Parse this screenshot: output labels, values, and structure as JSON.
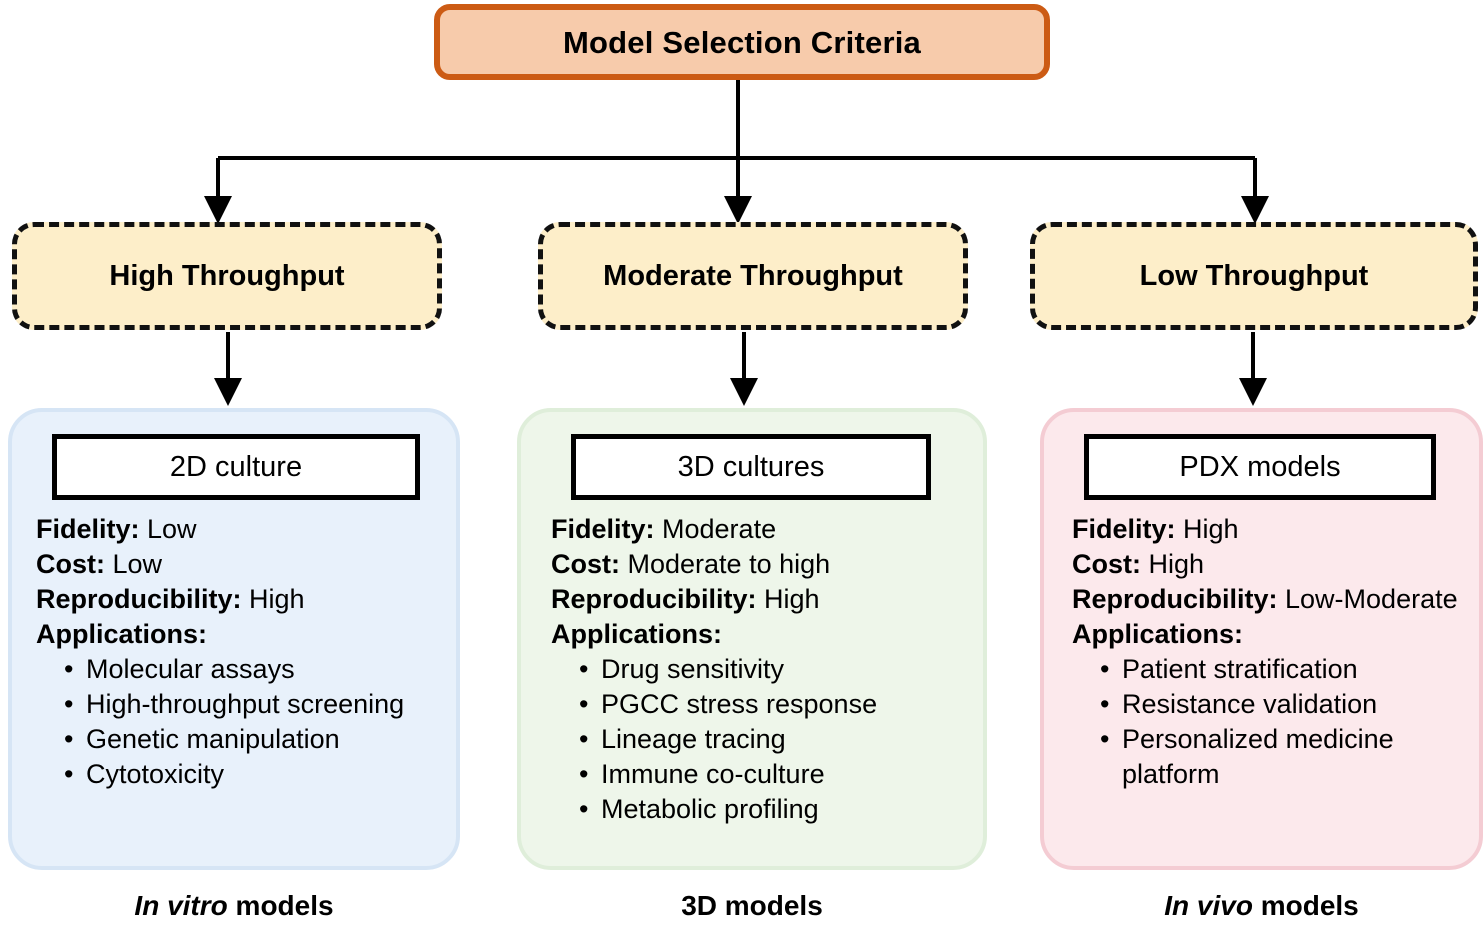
{
  "diagram": {
    "root": {
      "label": "Model Selection Criteria",
      "fill": "#f7cbab",
      "border": "#cc5b14"
    },
    "throughput_nodes": [
      {
        "label": "High Throughput"
      },
      {
        "label": "Moderate Throughput"
      },
      {
        "label": "Low Throughput"
      }
    ],
    "panels": [
      {
        "title": "2D culture",
        "caption_italic": "In vitro",
        "caption_rest": " models",
        "fill": "#e8f1fb",
        "border": "#d6e5f5",
        "attributes": [
          {
            "key": "Fidelity:",
            "value": " Low"
          },
          {
            "key": "Cost:",
            "value": " Low"
          },
          {
            "key": "Reproducibility:",
            "value": " High"
          }
        ],
        "applications_label": "Applications:",
        "applications": [
          "Molecular assays",
          "High-throughput screening",
          "Genetic manipulation",
          "Cytotoxicity"
        ]
      },
      {
        "title": "3D cultures",
        "caption_italic": "",
        "caption_rest": "3D models",
        "fill": "#eef6ea",
        "border": "#dfeeda",
        "attributes": [
          {
            "key": "Fidelity:",
            "value": " Moderate"
          },
          {
            "key": "Cost:",
            "value": " Moderate to high"
          },
          {
            "key": "Reproducibility:",
            "value": " High"
          }
        ],
        "applications_label": "Applications:",
        "applications": [
          "Drug sensitivity",
          "PGCC stress response",
          "Lineage tracing",
          "Immune co-culture",
          "Metabolic profiling"
        ]
      },
      {
        "title": "PDX models",
        "caption_italic": "In vivo",
        "caption_rest": " models",
        "fill": "#fce9ec",
        "border": "#f4ccd3",
        "attributes": [
          {
            "key": "Fidelity:",
            "value": " High"
          },
          {
            "key": "Cost:",
            "value": " High"
          },
          {
            "key": "Reproducibility:",
            "value": " Low-Moderate"
          }
        ],
        "applications_label": "Applications:",
        "applications": [
          "Patient stratification",
          "Resistance validation",
          "Personalized medicine platform"
        ]
      }
    ]
  }
}
